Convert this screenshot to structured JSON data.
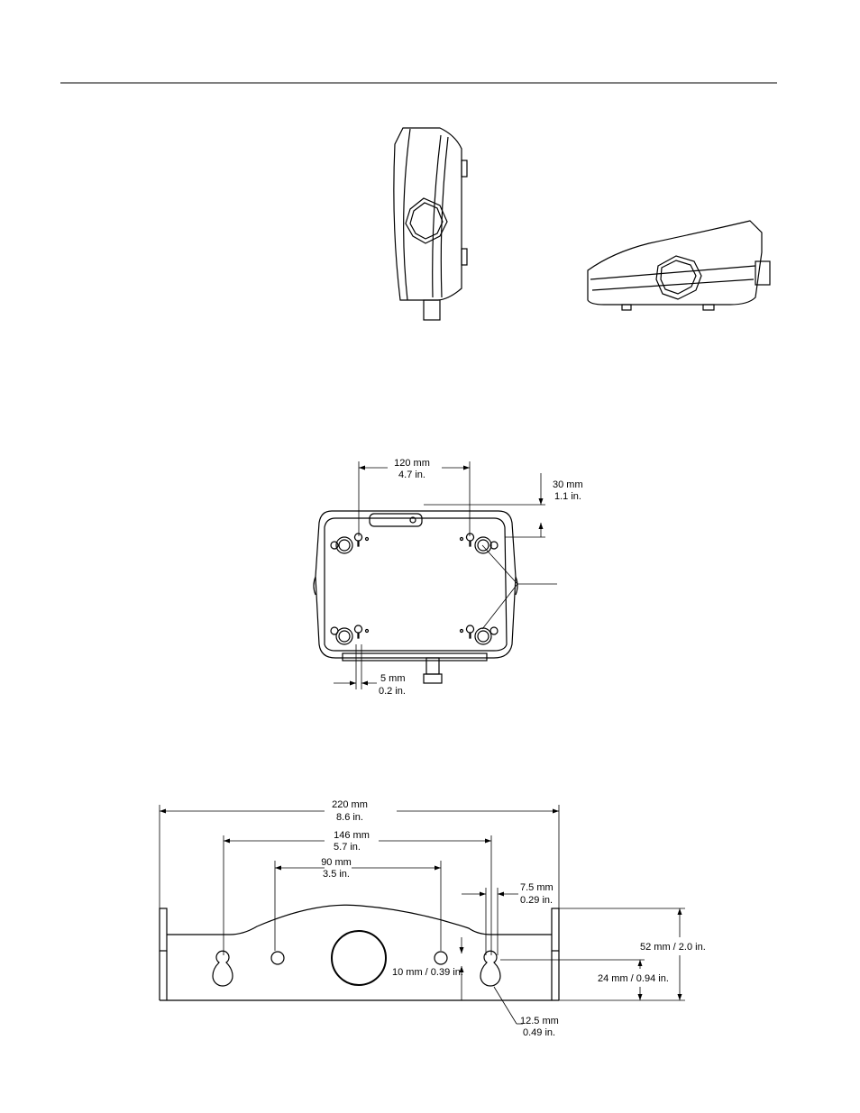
{
  "labels": {
    "top_width": [
      "120 mm",
      "4.7 in."
    ],
    "top_offset": [
      "30 mm",
      "1.1 in."
    ],
    "side_offset": [
      "5 mm",
      "0.2 in."
    ],
    "overall_width": [
      "220 mm",
      "8.6 in."
    ],
    "keyhole_spacing": [
      "146 mm",
      "5.7 in."
    ],
    "hole_spacing": [
      "90 mm",
      "3.5 in."
    ],
    "edge_offset": [
      "7.5 mm",
      "0.29 in."
    ],
    "height_total": "52 mm / 2.0 in.",
    "hole_diameter": "10 mm / 0.39 in.",
    "height_lower": "24 mm / 0.94 in.",
    "keyhole_diameter": [
      "12.5 mm",
      "0.49 in."
    ]
  }
}
